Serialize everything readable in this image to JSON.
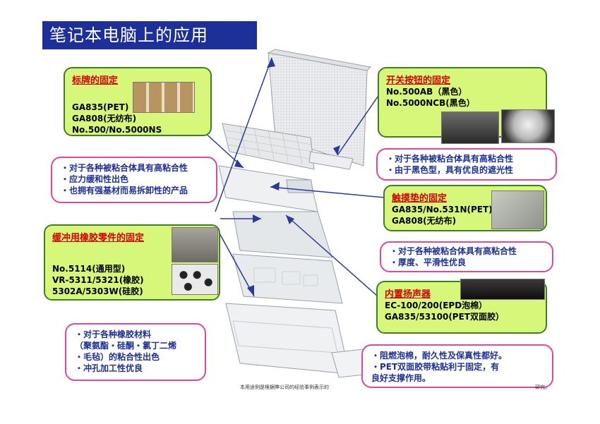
{
  "title": "笔记本电脑上的应用",
  "boxes": {
    "label_fix": {
      "heading": "标牌的固定",
      "lines": [
        "GA835(PET)",
        "GA808(无纺布)",
        "No.500/No.5000NS"
      ]
    },
    "switch_fix": {
      "heading": "开关按钮的固定",
      "lines": [
        "No.500AB（黑色）",
        "No.5000NCB(黑色）"
      ]
    },
    "touchpad_fix": {
      "heading": "触摸垫的固定",
      "lines": [
        "GA835/No.531N(PET)",
        "GA808(无纺布)"
      ]
    },
    "cushion_fix": {
      "heading": "缓冲用橡胶零件的固定",
      "lines": [
        "No.5114(通用型)",
        "VR-5311/5321(橡胶)",
        "5302A/5303W(硅胶)"
      ]
    },
    "speaker_fix": {
      "heading": "内置扬声器",
      "lines": [
        "EC-100/200(EPD泡棉）",
        "GA835/53100(PET双面胶）"
      ]
    }
  },
  "bubbles": {
    "label_fix": [
      "・对于各种被粘合体具有高粘合性",
      "・应力缓和性出色",
      "・也拥有强基材而易拆卸性的产品"
    ],
    "switch_fix": [
      "・对于各种被粘合体具有高粘合性",
      "・由于黑色型，具有优良的遮光性"
    ],
    "touchpad_fix": [
      "・对于各种被粘合体具有高粘合性",
      "・厚度、平滑性优良"
    ],
    "cushion_fix": [
      "・对于各种橡胶材料",
      "（聚氨酯・硅酮・氯丁二烯",
      "・毛毡）的粘合性出色",
      "・冲孔加工性优良"
    ],
    "speaker_fix": [
      "・阻燃泡棉，耐久性及保真性都好。",
      "・PET双面胶带粘贴利于固定，有",
      "良好支撑作用。"
    ]
  },
  "footnote": {
    "left": "本用途例是根据弊公司的经验事例表示的",
    "right": "研究。"
  },
  "colors": {
    "title_bg": "#1d2f99",
    "box_fill": "#d6f779",
    "box_border": "#3e7f1f",
    "heading": "#d80000",
    "bubble_border": "#e0479b",
    "bubble_text": "#1d2f99",
    "arrow": "#2a3a9a"
  }
}
